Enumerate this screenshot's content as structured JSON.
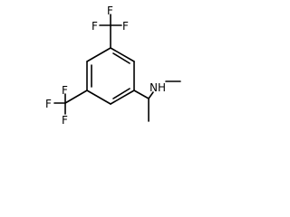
{
  "molecule": {
    "atom_labels": {
      "top_cf3": [
        "F",
        "F",
        "F"
      ],
      "left_cf3": [
        "F",
        "F",
        "F"
      ],
      "amine": "NH"
    }
  }
}
